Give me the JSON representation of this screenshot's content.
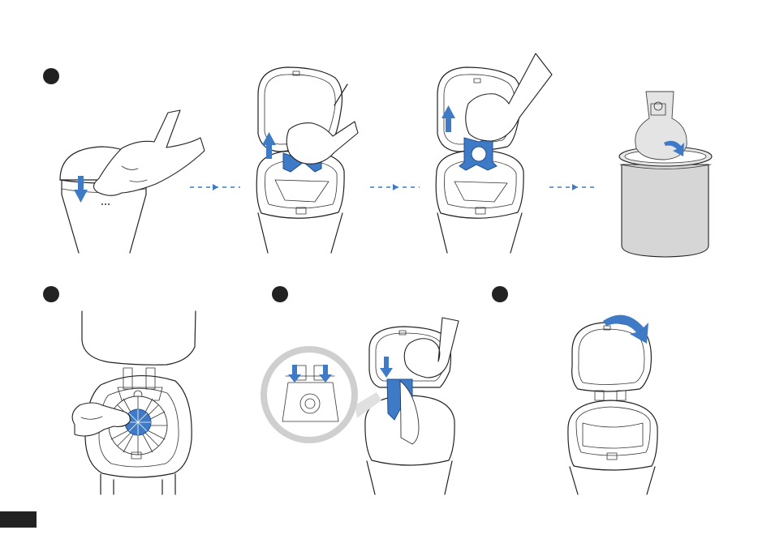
{
  "page": {
    "title": "",
    "background": "#ffffff"
  },
  "colors": {
    "accent_blue": "#3f7ac6",
    "ink": "#222222",
    "bin_gray": "#d6d6d6"
  },
  "steps": [
    {
      "badge": "",
      "panel": "press-lid"
    },
    {
      "badge": "",
      "panel": "lift-bag-holder"
    },
    {
      "badge": "",
      "panel": "clean-filter"
    },
    {
      "badge": "",
      "panel": "insert-new-bag"
    }
  ],
  "icons": [
    "down-arrow-icon",
    "up-arrow-icon",
    "dashed-arrow-icon",
    "rotate-arrow-icon"
  ]
}
